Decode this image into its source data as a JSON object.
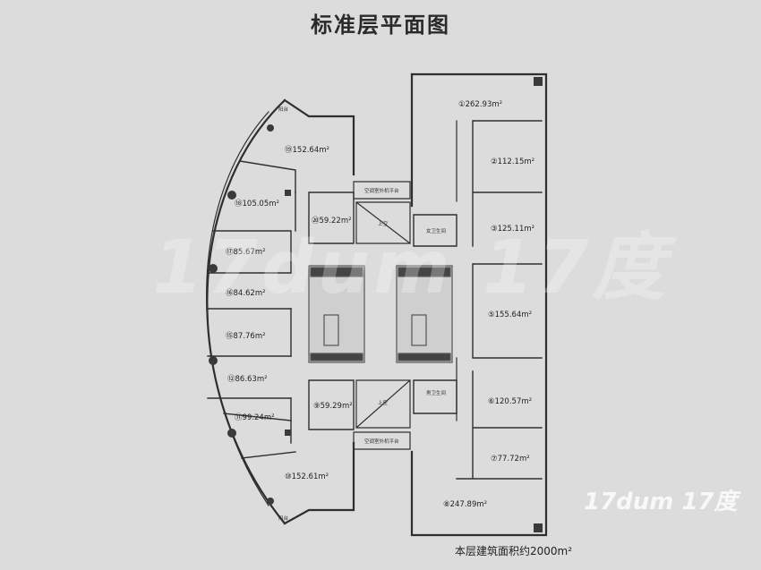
{
  "title": "标准层平面图",
  "caption": "本层建筑面积约2000m²",
  "watermark": {
    "main": "17dum 17度",
    "corner": "17dum 17度"
  },
  "rooms": [
    {
      "label": "①262.93m²"
    },
    {
      "label": "②112.15m²"
    },
    {
      "label": "③125.11m²"
    },
    {
      "label": "⑤155.64m²"
    },
    {
      "label": "⑥120.57m²"
    },
    {
      "label": "⑦77.72m²"
    },
    {
      "label": "⑧247.89m²"
    },
    {
      "label": "⑨59.29m²"
    },
    {
      "label": "⑩152.61m²"
    },
    {
      "label": "⑪99.24m²"
    },
    {
      "label": "⑫86.63m²"
    },
    {
      "label": "⑮87.76m²"
    },
    {
      "label": "⑯84.62m²"
    },
    {
      "label": "⑰85.67m²"
    },
    {
      "label": "⑱105.05m²"
    },
    {
      "label": "⑲152.64m²"
    },
    {
      "label": "⑳59.22m²"
    }
  ],
  "annotations": {
    "ac_platform_top": "空调室外机平台",
    "ac_platform_bottom": "空调室外机平台",
    "womens_restroom": "女卫生间",
    "mens_restroom": "男卫生间",
    "shaft_top": "上空",
    "shaft_bottom": "上空",
    "balcony_top": "阳台",
    "balcony_bottom": "阳台"
  },
  "colors": {
    "wall": "#2f2f2f",
    "background": "#dcdcdc",
    "core": "#555555"
  }
}
